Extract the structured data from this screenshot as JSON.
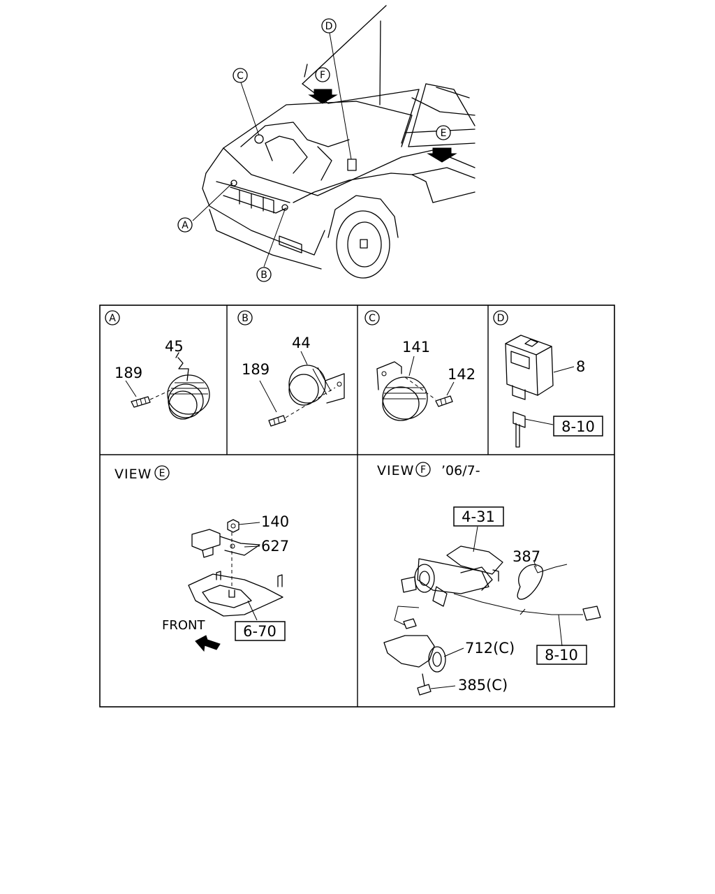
{
  "overview": {
    "callouts": [
      "A",
      "B",
      "C",
      "D",
      "E",
      "F"
    ]
  },
  "panels": {
    "a": {
      "letter": "A",
      "parts": [
        "45",
        "189"
      ]
    },
    "b": {
      "letter": "B",
      "parts": [
        "44",
        "189"
      ]
    },
    "c": {
      "letter": "C",
      "parts": [
        "141",
        "142"
      ]
    },
    "d": {
      "letter": "D",
      "parts": [
        "8",
        "8-10"
      ]
    },
    "e": {
      "view_word": "VIEW",
      "letter": "E",
      "parts": [
        "140",
        "627",
        "6-70"
      ],
      "front": "FRONT"
    },
    "f": {
      "view_word": "VIEW",
      "letter": "F",
      "date": "’06/7-",
      "parts": [
        "4-31",
        "387",
        "712(C)",
        "8-10",
        "385(C)"
      ]
    }
  }
}
